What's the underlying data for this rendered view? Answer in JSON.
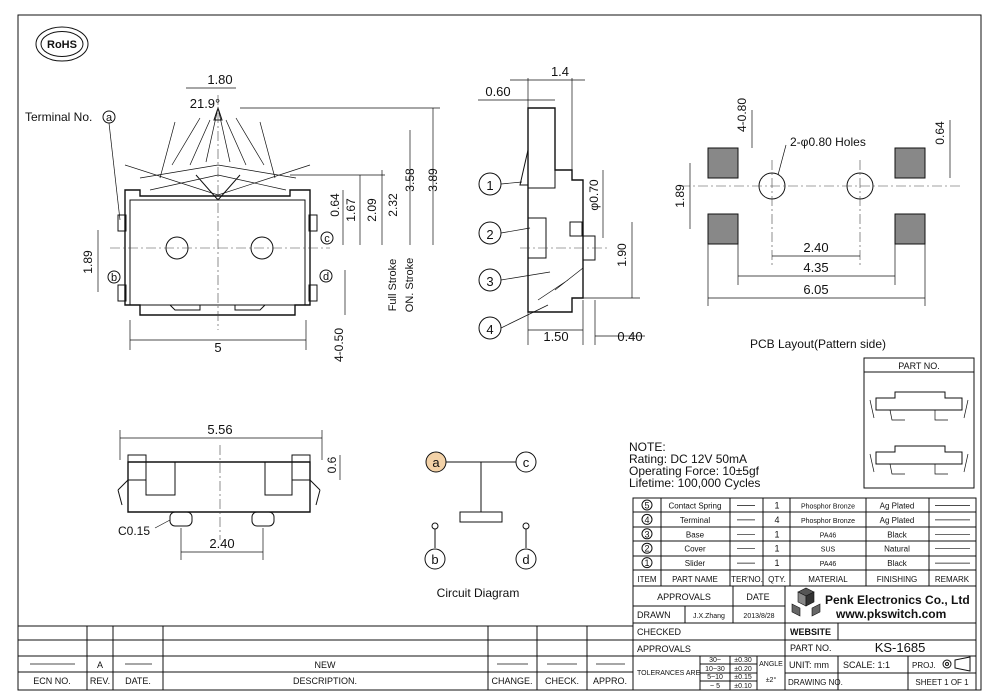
{
  "rohs": "RoHS",
  "dims": {
    "d180": "1.80",
    "d219": "21.9°",
    "terminal": "Terminal No.",
    "tA": "a",
    "d189a": "1.89",
    "tB": "b",
    "tC": "c",
    "tD": "d",
    "d5": "5",
    "d050": "4-0.50",
    "d064": "0.64",
    "d167": "1.67",
    "d209": "2.09",
    "d232": "2.32",
    "d358": "3.58",
    "d389": "3.89",
    "fullStroke": "Full Stroke",
    "onStroke": "ON. Stroke",
    "d14": "1.4",
    "d060": "0.60",
    "d070": "φ0.70",
    "d190": "1.90",
    "d150": "1.50",
    "d040": "0.40",
    "n1": "1",
    "n2": "2",
    "n3": "3",
    "n4": "4",
    "d556": "5.56",
    "d06": "0.6",
    "c015": "C0.15",
    "d240a": "2.40"
  },
  "pcb": {
    "d480": "4-0.80",
    "holes": "2-φ0.80 Holes",
    "d064": "0.64",
    "d189": "1.89",
    "d240": "2.40",
    "d435": "4.35",
    "d605": "6.05",
    "caption": "PCB Layout(Pattern side)"
  },
  "partNo": {
    "title": "PART NO."
  },
  "circuit": {
    "a": "a",
    "b": "b",
    "c": "c",
    "d": "d",
    "caption": "Circuit Diagram"
  },
  "note": {
    "title": "NOTE:",
    "rating": "Rating: DC 12V 50mA",
    "force": "Operating Force: 10±5gf",
    "life": "Lifetime:    100,000 Cycles"
  },
  "bom": {
    "rows": [
      {
        "item": "5",
        "name": "Contact Spring",
        "ter": "",
        "qty": "1",
        "mat": "Phosphor Bronze",
        "fin": "Ag Plated",
        "rem": ""
      },
      {
        "item": "4",
        "name": "Terminal",
        "ter": "",
        "qty": "4",
        "mat": "Phosphor Bronze",
        "fin": "Ag Plated",
        "rem": ""
      },
      {
        "item": "3",
        "name": "Base",
        "ter": "",
        "qty": "1",
        "mat": "PA46",
        "fin": "Black",
        "rem": ""
      },
      {
        "item": "2",
        "name": "Cover",
        "ter": "",
        "qty": "1",
        "mat": "SUS",
        "fin": "Natural",
        "rem": ""
      },
      {
        "item": "1",
        "name": "Slider",
        "ter": "",
        "qty": "1",
        "mat": "PA46",
        "fin": "Black",
        "rem": ""
      }
    ],
    "head": {
      "item": "ITEM",
      "name": "PART NAME",
      "ter": "TER'NO.",
      "qty": "QTY.",
      "mat": "MATERIAL",
      "fin": "FINISHING",
      "rem": "REMARK"
    }
  },
  "title": {
    "approvals": "APPROVALS",
    "date": "DATE",
    "drawn": "DRAWN",
    "drawnBy": "J.X.Zhang",
    "drawnDate": "2013/8/28",
    "checked": "CHECKED",
    "approvals2": "APPROVALS",
    "tolerances": "TOLERANCES ARE",
    "tol": [
      [
        "30~",
        "±0.30"
      ],
      [
        "10~30",
        "±0.20"
      ],
      [
        "5~10",
        "±0.15"
      ],
      [
        "~ 5",
        "±0.10"
      ]
    ],
    "angle": "ANGLE",
    "angleTol": "±2°",
    "company": "Penk Electronics Co., Ltd",
    "web": "www.pkswitch.com",
    "website": "WEBSITE",
    "partNoLbl": "PART NO.",
    "partNo": "KS-1685",
    "unit": "UNIT:  mm",
    "scale": "SCALE:  1:1",
    "proj": "PROJ.",
    "drawingNo": "DRAWING NO.",
    "sheet": "SHEET  1  OF  1"
  },
  "revision": {
    "ecn": "ECN NO.",
    "rev": "REV.",
    "date": "DATE.",
    "desc": "DESCRIPTION.",
    "change": "CHANGE.",
    "check": "CHECK.",
    "appro": "APPRO.",
    "revVal": "A",
    "descVal": "NEW"
  }
}
